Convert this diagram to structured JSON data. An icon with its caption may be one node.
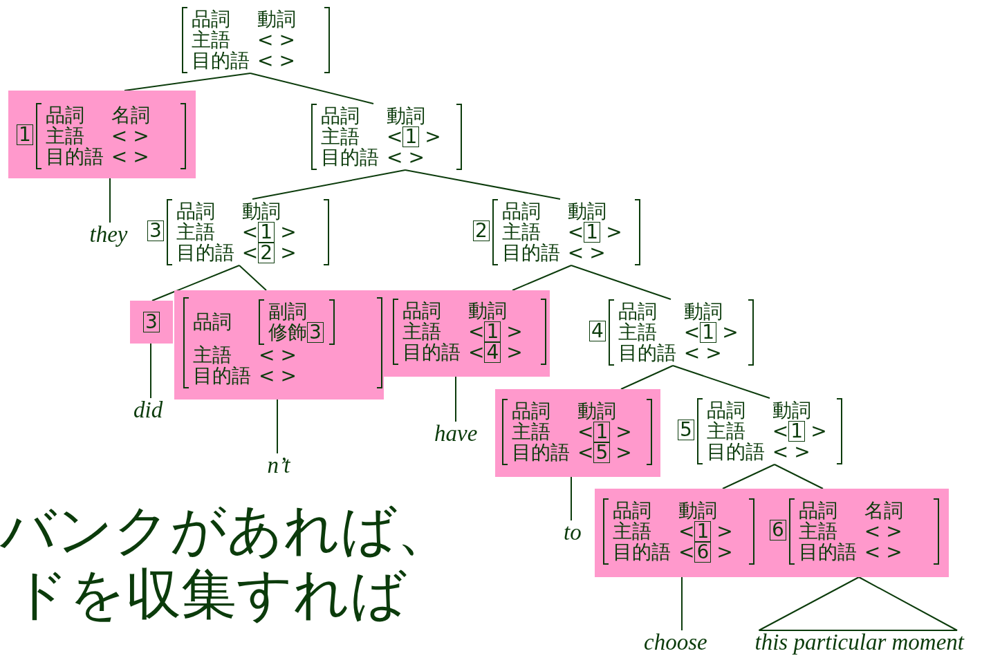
{
  "diagram": {
    "nodes": [
      {
        "text": [
          "品詞",
          "動詞",
          "主語",
          "<",
          ">",
          "目的語",
          "<",
          ">"
        ]
      },
      {
        "text": [
          "1",
          "品詞",
          "名詞",
          "主語",
          "<",
          ">",
          "目的語",
          "<",
          ">"
        ]
      },
      {
        "text": [
          "品詞",
          "動詞",
          "主語",
          "<",
          "1",
          ">",
          "目的語",
          "<",
          ">"
        ]
      },
      {
        "text": [
          "3",
          "品詞",
          "動詞",
          "主語",
          "<",
          "1",
          ">",
          "目的語",
          "<",
          "2",
          ">"
        ]
      },
      {
        "text": [
          "2",
          "品詞",
          "動詞",
          "主語",
          "<",
          "1",
          ">",
          "目的語",
          "<",
          ">"
        ]
      },
      {
        "text": [
          "3"
        ]
      },
      {
        "text": [
          "品詞",
          "主語",
          "<",
          ">",
          "目的語",
          "<",
          ">"
        ]
      },
      {
        "text": [
          "副詞",
          "修飾",
          "3"
        ],
        "in": 6
      },
      {
        "text": [
          "品詞",
          "動詞",
          "主語",
          "<",
          "1",
          ">",
          "目的語",
          "<",
          "4",
          ">"
        ]
      },
      {
        "text": [
          "4",
          "品詞",
          "動詞",
          "主語",
          "<",
          "1",
          ">",
          "目的語",
          "<",
          ">"
        ]
      },
      {
        "text": [
          "品詞",
          "動詞",
          "主語",
          "<",
          "1",
          ">",
          "目的語",
          "<",
          "5",
          ">"
        ]
      },
      {
        "text": [
          "5",
          "品詞",
          "動詞",
          "主語",
          "<",
          "1",
          ">",
          "目的語",
          "<",
          ">"
        ]
      },
      {
        "text": [
          "品詞",
          "動詞",
          "主語",
          "<",
          "1",
          ">",
          "目的語",
          "<",
          "6",
          ">"
        ]
      },
      {
        "text": [
          "6",
          "品詞",
          "名詞",
          "主語",
          "<",
          ">",
          "目的語",
          "<",
          ">"
        ]
      },
      {
        "text": [
          "they"
        ]
      },
      {
        "text": [
          "did"
        ]
      },
      {
        "text": [
          "n’t"
        ]
      },
      {
        "text": [
          "have"
        ]
      },
      {
        "text": [
          "to"
        ]
      },
      {
        "text": [
          "choose"
        ]
      },
      {
        "text": [
          "this particular moment"
        ]
      }
    ],
    "edges": [
      {
        "from": 0,
        "to": 1,
        "arrow": "none"
      },
      {
        "from": 0,
        "to": 2,
        "arrow": "none"
      },
      {
        "from": 2,
        "to": 3,
        "arrow": "none"
      },
      {
        "from": 2,
        "to": 4,
        "arrow": "none"
      },
      {
        "from": 3,
        "to": 5,
        "arrow": "none"
      },
      {
        "from": 3,
        "to": 6,
        "arrow": "none"
      },
      {
        "from": 4,
        "to": 8,
        "arrow": "none"
      },
      {
        "from": 4,
        "to": 9,
        "arrow": "none"
      },
      {
        "from": 9,
        "to": 10,
        "arrow": "none"
      },
      {
        "from": 9,
        "to": 11,
        "arrow": "none"
      },
      {
        "from": 11,
        "to": 12,
        "arrow": "none"
      },
      {
        "from": 11,
        "to": 13,
        "arrow": "none"
      },
      {
        "from": 1,
        "to": 14,
        "arrow": "none"
      },
      {
        "from": 5,
        "to": 15,
        "arrow": "none"
      },
      {
        "from": 6,
        "to": 16,
        "arrow": "none"
      },
      {
        "from": 8,
        "to": 17,
        "arrow": "none"
      },
      {
        "from": 10,
        "to": 18,
        "arrow": "none"
      },
      {
        "from": 12,
        "to": 19,
        "arrow": "none"
      },
      {
        "from": 13,
        "to": 20,
        "arrow": "none"
      }
    ],
    "labels": [
      "バンクがあれば、",
      "ドを収集すれば"
    ]
  }
}
